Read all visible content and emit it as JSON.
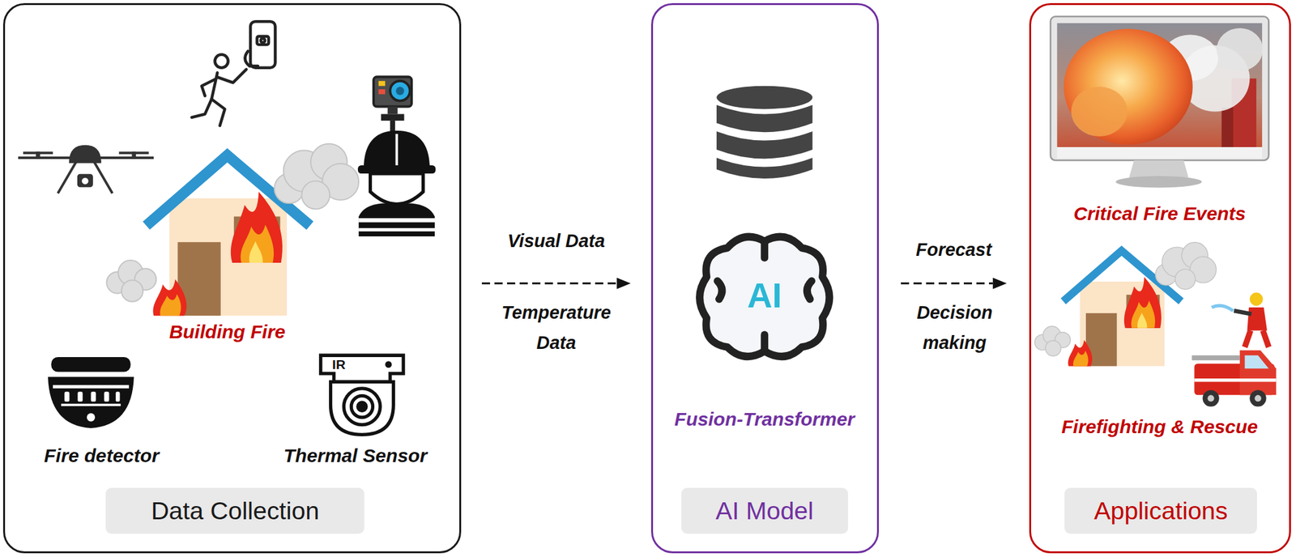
{
  "diagram": {
    "nodes": [
      {
        "text": [
          "Data Collection"
        ]
      },
      {
        "text": [
          "AI Model"
        ]
      },
      {
        "text": [
          "Applications"
        ]
      }
    ],
    "edges": [
      {
        "from": 0,
        "to": 1,
        "arrow": "to",
        "label": "Visual Data"
      },
      {
        "from": 1,
        "to": 2,
        "arrow": "to",
        "label": "Forecast"
      }
    ],
    "labels": [
      "Building Fire",
      "Fire detector",
      "Thermal Sensor",
      "IR",
      "AI",
      "Fusion-Transformer",
      "Critical Fire Events",
      "Firefighting & Rescue",
      "Temperature Data",
      "Decision making"
    ]
  }
}
